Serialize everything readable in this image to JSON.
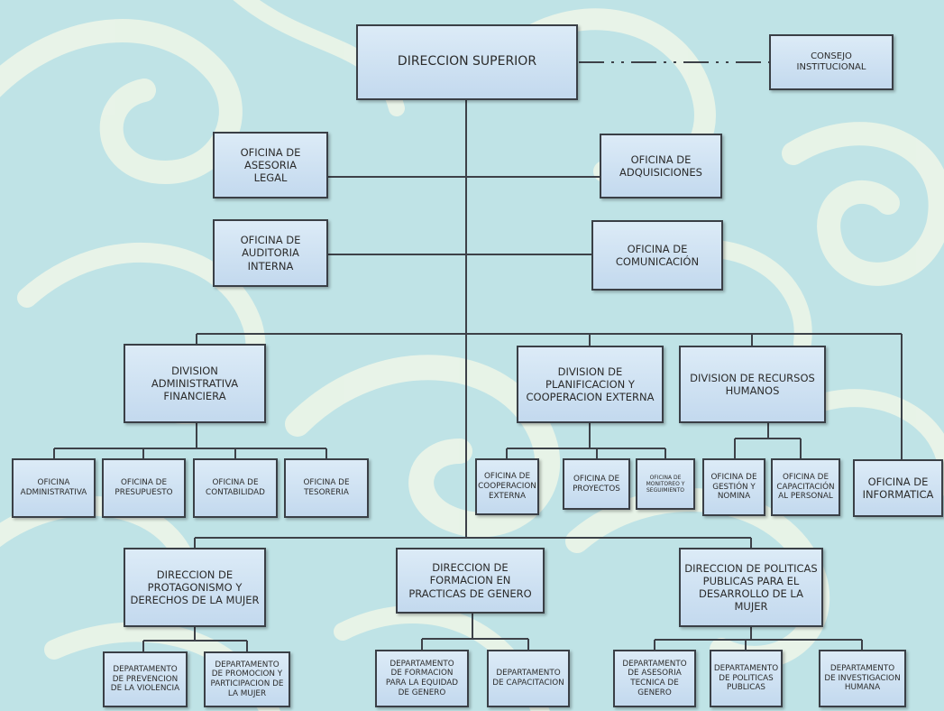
{
  "org_chart": {
    "top": "DIRECCION SUPERIOR",
    "council": "CONSEJO\nINSTITUCIONAL",
    "legal": "OFICINA DE ASESORIA\nLEGAL",
    "acquisitions": "OFICINA DE\nADQUISICIONES",
    "audit": "OFICINA DE\nAUDITORIA INTERNA",
    "communication": "OFICINA DE\nCOMUNICACIÓN",
    "div_admin": {
      "title": "DIVISION\nADMINISTRATIVA\nFINANCIERA",
      "offices": [
        "OFICINA\nADMINISTRATIVA",
        "OFICINA DE\nPRESUPUESTO",
        "OFICINA DE\nCONTABILIDAD",
        "OFICINA DE\nTESORERIA"
      ]
    },
    "div_planning": {
      "title": "DIVISION DE\nPLANIFICACION Y\nCOOPERACION EXTERNA",
      "offices": [
        "OFICINA DE\nCOOPERACION\nEXTERNA",
        "OFICINA DE\nPROYECTOS",
        "OFICINA DE\nMONITOREO Y\nSEGUIMIENTO"
      ]
    },
    "div_hr": {
      "title": "DIVISION DE RECURSOS\nHUMANOS",
      "offices": [
        "OFICINA DE\nGESTIÓN Y\nNOMINA",
        "OFICINA DE\nCAPACITACIÓN\nAL PERSONAL"
      ]
    },
    "informatics": "OFICINA DE\nINFORMATICA",
    "dir_protagonism": {
      "title": "DIRECCION DE\nPROTAGONISMO Y\nDERECHOS DE LA MUJER",
      "departments": [
        "DEPARTAMENTO\nDE PREVENCION\nDE LA VIOLENCIA",
        "DEPARTAMENTO\nDE PROMOCION Y\nPARTICIPACION DE\nLA MUJER"
      ]
    },
    "dir_training": {
      "title": "DIRECCION DE\nFORMACION EN\nPRACTICAS DE GENERO",
      "departments": [
        "DEPARTAMENTO\nDE FORMACION\nPARA LA EQUIDAD\nDE GENERO",
        "DEPARTAMENTO\nDE CAPACITACION"
      ]
    },
    "dir_policies": {
      "title": "DIRECCION DE POLITICAS\nPUBLICAS PARA EL\nDESARROLLO DE LA\nMUJER",
      "departments": [
        "DEPARTAMENTO\nDE ASESORIA\nTECNICA DE\nGENERO",
        "DEPARTAMENTO\nDE POLITICAS\nPUBLICAS",
        "DEPARTAMENTO\nDE INVESTIGACION\nHUMANA"
      ]
    }
  },
  "colors": {
    "background": "#bfe3e6",
    "swirl": "#eef6e8",
    "box_fill_top": "#dcebf7",
    "box_fill_bottom": "#c3d9ee",
    "border": "#3a3f46",
    "line": "#3d4148"
  }
}
